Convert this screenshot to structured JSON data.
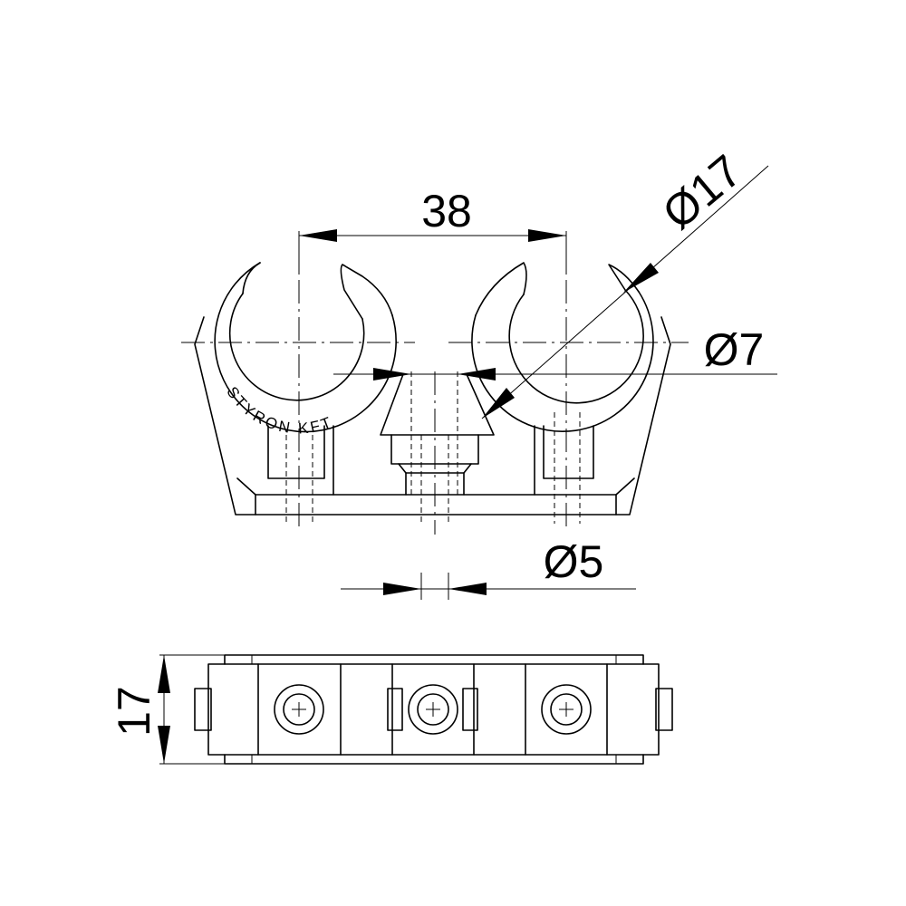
{
  "dimensions": {
    "spacing": "38",
    "outer_diameter": "Ø17",
    "inner_diameter": "Ø7",
    "hole_diameter": "Ø5",
    "height": "17"
  },
  "brand_marking": "STYRON KFT"
}
